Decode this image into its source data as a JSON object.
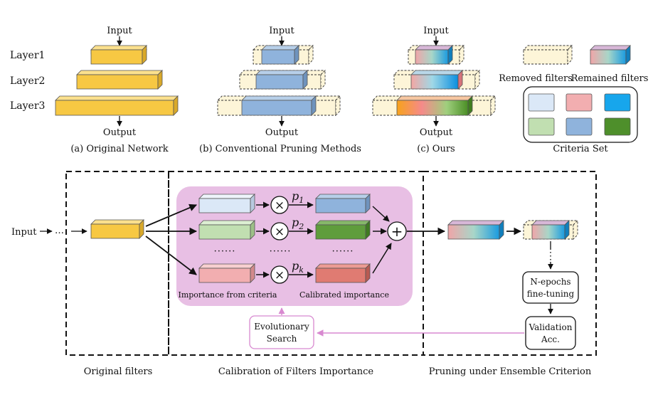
{
  "top": {
    "layer_labels": [
      "Layer1",
      "Layer2",
      "Layer3"
    ],
    "input_label": "Input",
    "output_label": "Output",
    "captions": {
      "a": "(a) Original Network",
      "b": "(b) Conventional Pruning Methods",
      "c": "(c) Ours"
    },
    "legend": {
      "removed": "Removed filters",
      "remained": "Remained filters",
      "criteria_title": "Criteria Set"
    }
  },
  "bottom": {
    "input_label": "Input",
    "dots": "…",
    "row_dots": "······",
    "probs": [
      "p",
      "p",
      "p"
    ],
    "prob_subs": [
      "1",
      "2",
      "k"
    ],
    "multiply": "×",
    "plus": "+",
    "importance_label": "Importance from criteria",
    "calibrated_label": "Calibrated importance",
    "evo_search": [
      "Evolutionary",
      "Search"
    ],
    "vdots": "⋮",
    "finetune": [
      "N-epochs",
      "fine-tuning"
    ],
    "validation": [
      "Validation",
      "Acc."
    ],
    "section_labels": {
      "left": "Original filters",
      "middle": "Calibration of Filters Importance",
      "right": "Pruning under Ensemble Criterion"
    }
  },
  "colors": {
    "yellow": "#f7c843",
    "blue": "#8fb3dc",
    "removed_fill": "#fdf5d8",
    "purple_panel": "#e8bfe4",
    "pink_arrow": "#d889d0",
    "criteria": [
      "#dbe8f7",
      "#f2aeb0",
      "#17a6ec",
      "#c1dfb1",
      "#8fb3dc",
      "#4e8f2b"
    ]
  }
}
